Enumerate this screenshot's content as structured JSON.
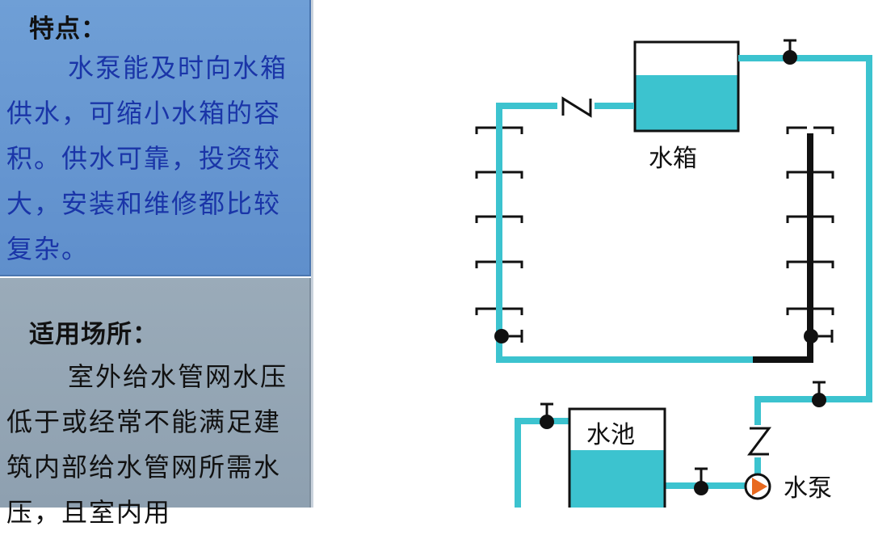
{
  "features": {
    "heading": "特点：",
    "text": "水泵能及时向水箱供水，可缩小水箱的容积。供水可靠，投资较大，安装和维修都比较复杂。"
  },
  "applicable": {
    "heading": "适用场所：",
    "text": "室外给水管网水压低于或经常不能满足建筑内部给水管网所需水压，且室内用"
  },
  "diagram": {
    "tank_label": "水箱",
    "pool_label": "水池",
    "pump_label": "水泵",
    "pipe_color": "#3cc3cf",
    "water_color": "#3cc3cf",
    "pump_color": "#e8691f"
  }
}
